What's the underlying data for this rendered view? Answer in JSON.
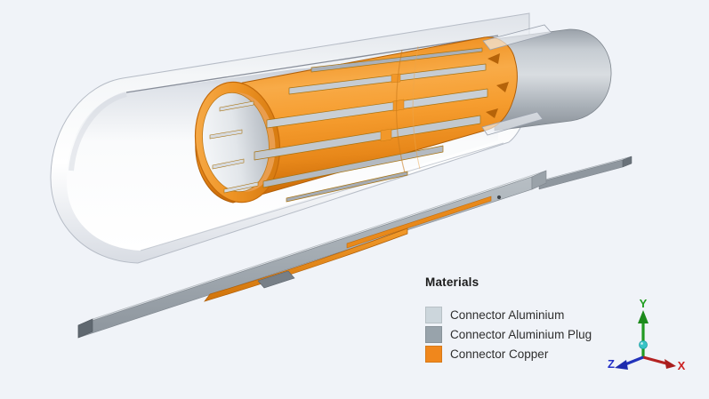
{
  "scene": {
    "background": "#f0f3f8",
    "description": "3D view of cable connector: aluminium tube with copper cage over aluminium plug, plus exploded plug bar"
  },
  "legend": {
    "title": "Materials",
    "items": [
      {
        "label": "Connector Aluminium",
        "color": "#ccd6dc"
      },
      {
        "label": "Connector Aluminium Plug",
        "color": "#98a3ab"
      },
      {
        "label": "Connector Copper",
        "color": "#f0871c"
      }
    ]
  },
  "axis_triad": {
    "x": {
      "label": "X",
      "color": "#cc2020"
    },
    "y": {
      "label": "Y",
      "color": "#1f9e1f"
    },
    "z": {
      "label": "Z",
      "color": "#2430c8"
    }
  }
}
